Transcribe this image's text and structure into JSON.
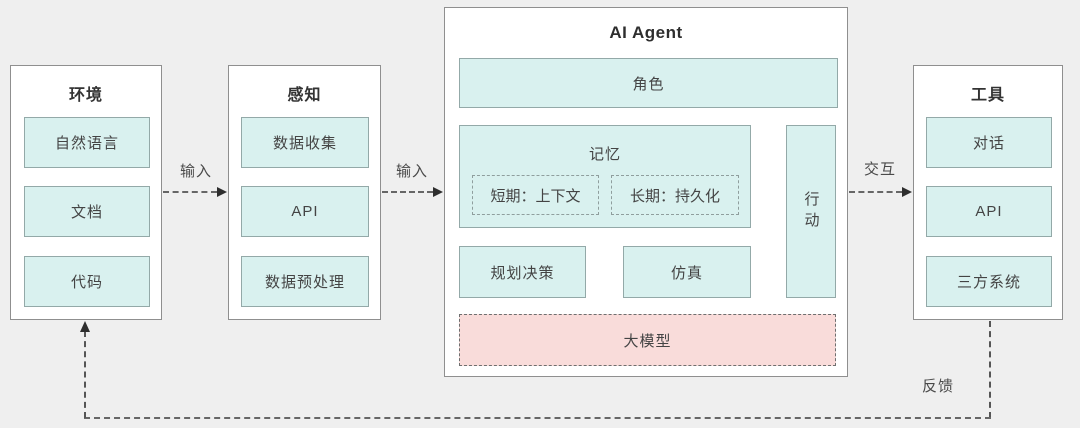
{
  "colors": {
    "background": "#efefef",
    "node_fill": "#d9f1ef",
    "llm_fill": "#f9dcda",
    "outer_fill": "#ffffff",
    "border": "#8f8f8f",
    "text": "#3a3a3a"
  },
  "environment": {
    "title": "环境",
    "items": [
      "自然语言",
      "文档",
      "代码"
    ]
  },
  "perception": {
    "title": "感知",
    "items": [
      "数据收集",
      "API",
      "数据预处理"
    ]
  },
  "agent": {
    "title": "AI Agent",
    "role": "角色",
    "memory": {
      "title": "记忆",
      "short_term": "短期：上下文",
      "long_term": "长期：持久化"
    },
    "action": "行动",
    "planning": "规划决策",
    "simulation": "仿真",
    "llm": "大模型"
  },
  "tools": {
    "title": "工具",
    "items": [
      "对话",
      "API",
      "三方系统"
    ]
  },
  "flows": {
    "input1": "输入",
    "input2": "输入",
    "interact": "交互",
    "feedback": "反馈"
  }
}
